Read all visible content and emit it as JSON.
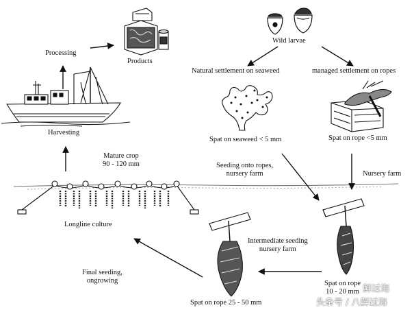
{
  "labels": {
    "wild_larvae": "Wild larvae",
    "processing": "Processing",
    "products": "Products",
    "natural_settlement": "Natural settlement on seaweed",
    "managed_settlement": "managed settlement on ropes",
    "harvesting": "Harvesting",
    "spat_seaweed": "Spat on seaweed < 5 mm",
    "spat_rope_small": "Spat on rope <5 mm",
    "mature_crop_1": "Mature crop",
    "mature_crop_2": "90 - 120 mm",
    "seeding_ropes_1": "Seeding onto ropes,",
    "seeding_ropes_2": "nursery farm",
    "nursery_farm": "Nursery farm",
    "longline": "Longline culture",
    "intermediate_1": "Intermediate seeding",
    "intermediate_2": "nursery farm",
    "final_seeding_1": "Final seeding,",
    "final_seeding_2": "ongrowing",
    "spat_rope_mid_1": "Spat on rope",
    "spat_rope_mid_2": "10 - 20 mm",
    "spat_rope_large": "Spat on rope 25 - 50 mm"
  },
  "watermark": {
    "line1": "鲜过海",
    "line2": "头条号 / 八鲜过海"
  }
}
